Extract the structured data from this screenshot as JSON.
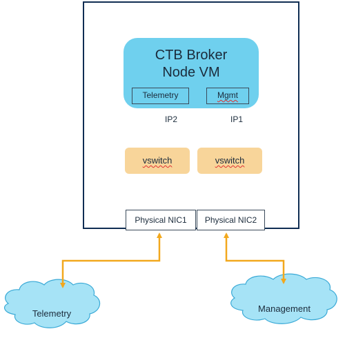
{
  "vm": {
    "title_line1": "CTB Broker",
    "title_line2": "Node VM"
  },
  "ports": {
    "telemetry": "Telemetry",
    "mgmt": "Mgmt"
  },
  "ip_labels": {
    "ip2": "IP2",
    "ip1": "IP1"
  },
  "vswitches": {
    "left": "vswitch",
    "right": "vswitch"
  },
  "nics": {
    "nic1": "Physical NIC1",
    "nic2": "Physical NIC2"
  },
  "clouds": {
    "telemetry": "Telemetry",
    "management": "Management"
  },
  "colors": {
    "host_border": "#0f2d52",
    "vm_fill": "#6fd0ee",
    "vswitch_fill": "#f8d59a",
    "arrow": "#f2a81d",
    "cloud_fill": "#a6e3f6",
    "cloud_stroke": "#39a9d6"
  }
}
